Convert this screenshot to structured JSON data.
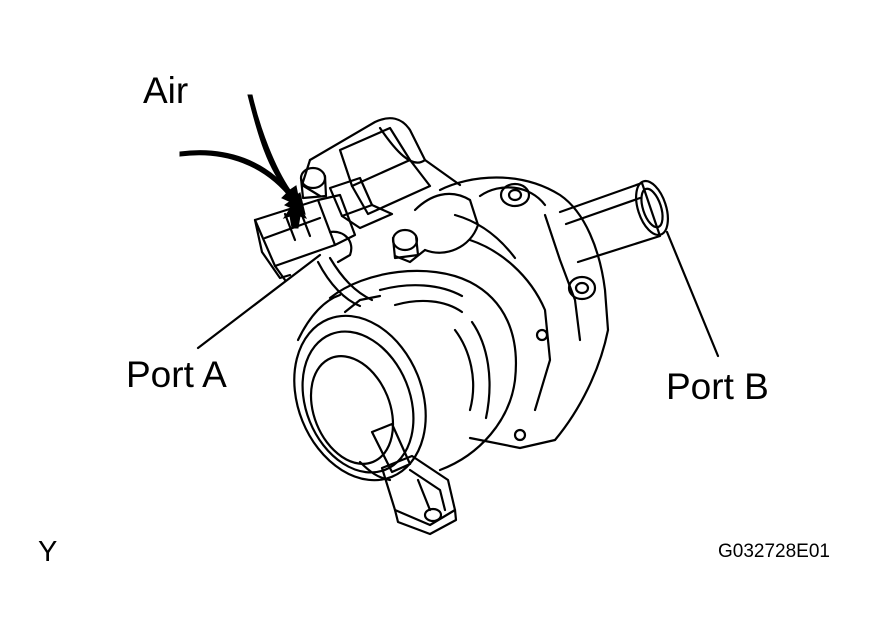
{
  "labels": {
    "air": "Air",
    "port_a": "Port A",
    "port_b": "Port B",
    "corner_mark": "Y",
    "figure_code": "G032728E01"
  },
  "colors": {
    "ink": "#000000",
    "background": "#ffffff"
  }
}
